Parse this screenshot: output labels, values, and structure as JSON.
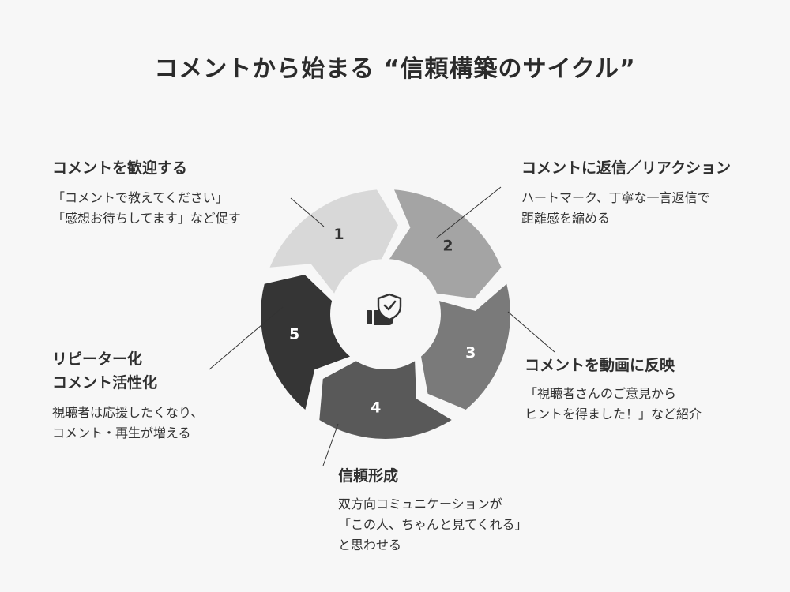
{
  "title": "コメントから始まる “信頼構築のサイクル”",
  "colors": {
    "segment_1": "#d8d8d8",
    "segment_2": "#a4a4a4",
    "segment_3": "#7a7a7a",
    "segment_4": "#595959",
    "segment_5": "#353535",
    "center": "#f7f7f7",
    "icon": "#333333",
    "leader_line": "#333333"
  },
  "center_icon": "thumbs-up-shield-icon",
  "steps": [
    {
      "number": "1",
      "title": "コメントを歓迎する",
      "title_lines": [
        "コメントを歓迎する"
      ],
      "desc_lines": [
        "「コメントで教えてください」",
        "「感想お待ちしてます」など促す"
      ]
    },
    {
      "number": "2",
      "title": "コメントに返信／リアクション",
      "title_lines": [
        "コメントに返信／リアクション"
      ],
      "desc_lines": [
        "ハートマーク、丁寧な一言返信で",
        "距離感を縮める"
      ]
    },
    {
      "number": "3",
      "title": "コメントを動画に反映",
      "title_lines": [
        "コメントを動画に反映"
      ],
      "desc_lines": [
        "「視聴者さんのご意見から",
        "ヒントを得ました！」など紹介"
      ]
    },
    {
      "number": "4",
      "title": "信頼形成",
      "title_lines": [
        "信頼形成"
      ],
      "desc_lines": [
        "双方向コミュニケーションが",
        "「この人、ちゃんと見てくれる」",
        "と思わせる"
      ]
    },
    {
      "number": "5",
      "title": "リピーター化 コメント活性化",
      "title_lines": [
        "リピーター化",
        "コメント活性化"
      ],
      "desc_lines": [
        "視聴者は応援したくなり、",
        "コメント・再生が増える"
      ]
    }
  ]
}
